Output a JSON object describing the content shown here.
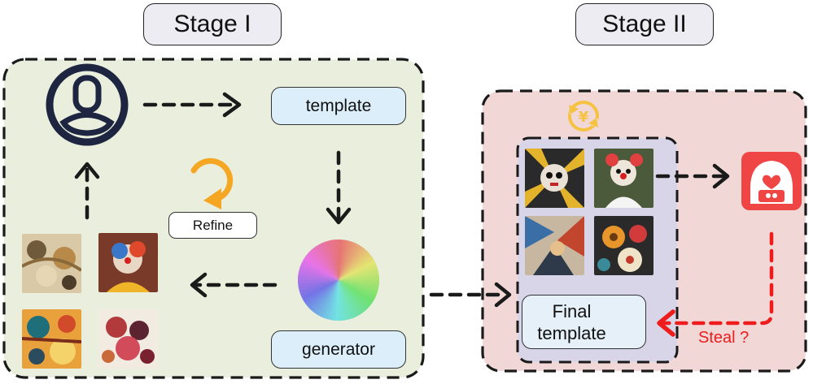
{
  "stage1": {
    "title": "Stage I"
  },
  "stage2": {
    "title": "Stage II"
  },
  "nodes": {
    "template": "template",
    "generator": "generator",
    "refine": "Refine",
    "final_line1": "Final",
    "final_line2": "template",
    "steal": "Steal ?"
  },
  "colors": {
    "stage1_bg": "#e9efdc",
    "stage2_bg": "#f1d8d7",
    "final_panel_bg": "#d9d5e8",
    "refine_icon": "#f5a623",
    "steal_red": "#ee1c1c",
    "hacker_badge": "#f04545",
    "lock_green": "#3fb44e"
  },
  "icons": [
    "user-icon",
    "refine-cycle-icon",
    "color-wheel-icon",
    "exchange-icon",
    "hacker-icon",
    "lock-icon"
  ]
}
